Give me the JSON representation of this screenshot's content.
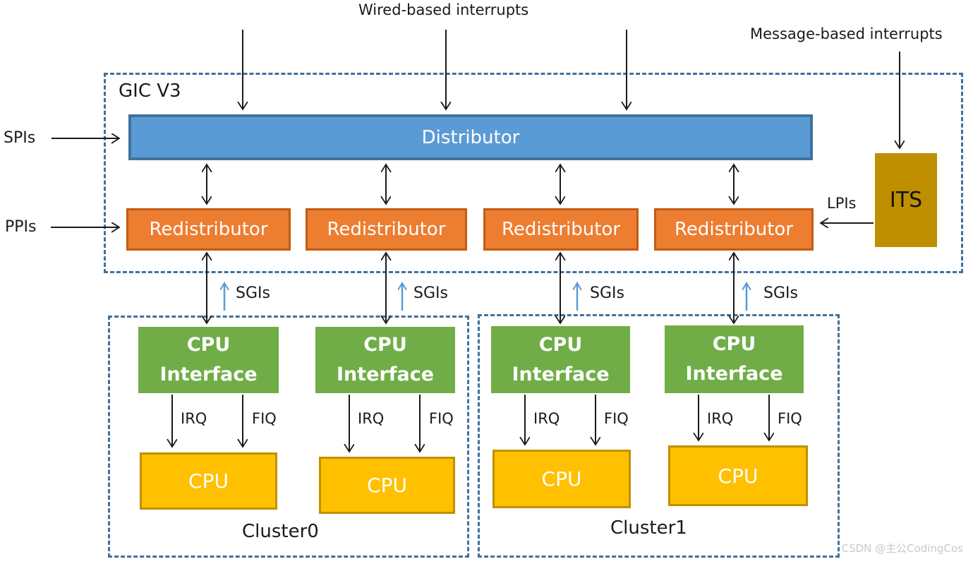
{
  "labels": {
    "wired_interrupts": "Wired-based interrupts",
    "message_interrupts": "Message-based interrupts",
    "spis": "SPIs",
    "ppis": "PPIs",
    "lpis": "LPIs",
    "sgis": "SGIs",
    "irq": "IRQ",
    "fiq": "FIQ"
  },
  "gic": {
    "title": "GIC V3",
    "distributor": "Distributor",
    "redistributor": "Redistributor",
    "its": "ITS"
  },
  "cpu_interface": {
    "line1": "CPU",
    "line2": "Interface"
  },
  "cpu_label": "CPU",
  "clusters": [
    {
      "label": "Cluster0"
    },
    {
      "label": "Cluster1"
    }
  ],
  "watermark": "CSDN @主公CodingCos",
  "colors": {
    "distributor_fill": "#5B9BD5",
    "distributor_border": "#41719C",
    "redistributor_fill": "#ED7D31",
    "redistributor_border": "#C55A11",
    "its_fill": "#BF8F00",
    "cpu_interface_fill": "#70AD47",
    "cpu_fill": "#FFC000",
    "cpu_border": "#BF9000",
    "dashed_border": "#41719C",
    "sgi_arrow": "#5B9BD5",
    "arrow": "#1a1a1a"
  }
}
